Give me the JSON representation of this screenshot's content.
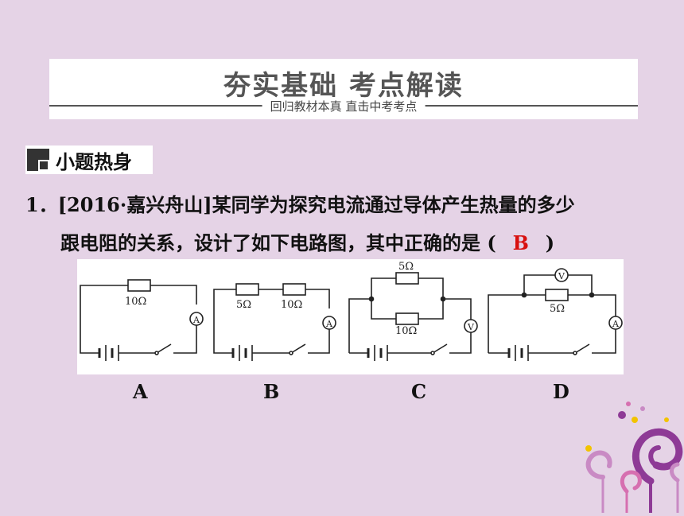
{
  "banner": {
    "title": "夯实基础  考点解读",
    "subtitle": "回归教材本真 直击中考考点"
  },
  "section": {
    "label": "小题热身"
  },
  "question": {
    "number": "1．",
    "source": "[2016·嘉兴舟山]",
    "line1_text": "某同学为探究电流通过导体产生热量的多少",
    "line2_text": "跟电阻的关系，设计了如下电路图，其中正确的是",
    "paren_open": "(",
    "answer": "B",
    "paren_close": ")"
  },
  "circuits": {
    "A": {
      "resistor": "10Ω",
      "meter": "A"
    },
    "B": {
      "resistor_1": "5Ω",
      "resistor_2": "10Ω",
      "meter": "A"
    },
    "C": {
      "resistor_top": "5Ω",
      "resistor_bottom": "10Ω",
      "meter": "V"
    },
    "D": {
      "resistor": "5Ω",
      "meter_parallel": "V",
      "meter_series": "A"
    }
  },
  "options": [
    "A",
    "B",
    "C",
    "D"
  ],
  "colors": {
    "background": "#e5d3e6",
    "answer": "#d8100f",
    "deco_purple": "#8e3a96",
    "deco_yellow": "#f2c300",
    "deco_pink": "#d66fb0"
  }
}
